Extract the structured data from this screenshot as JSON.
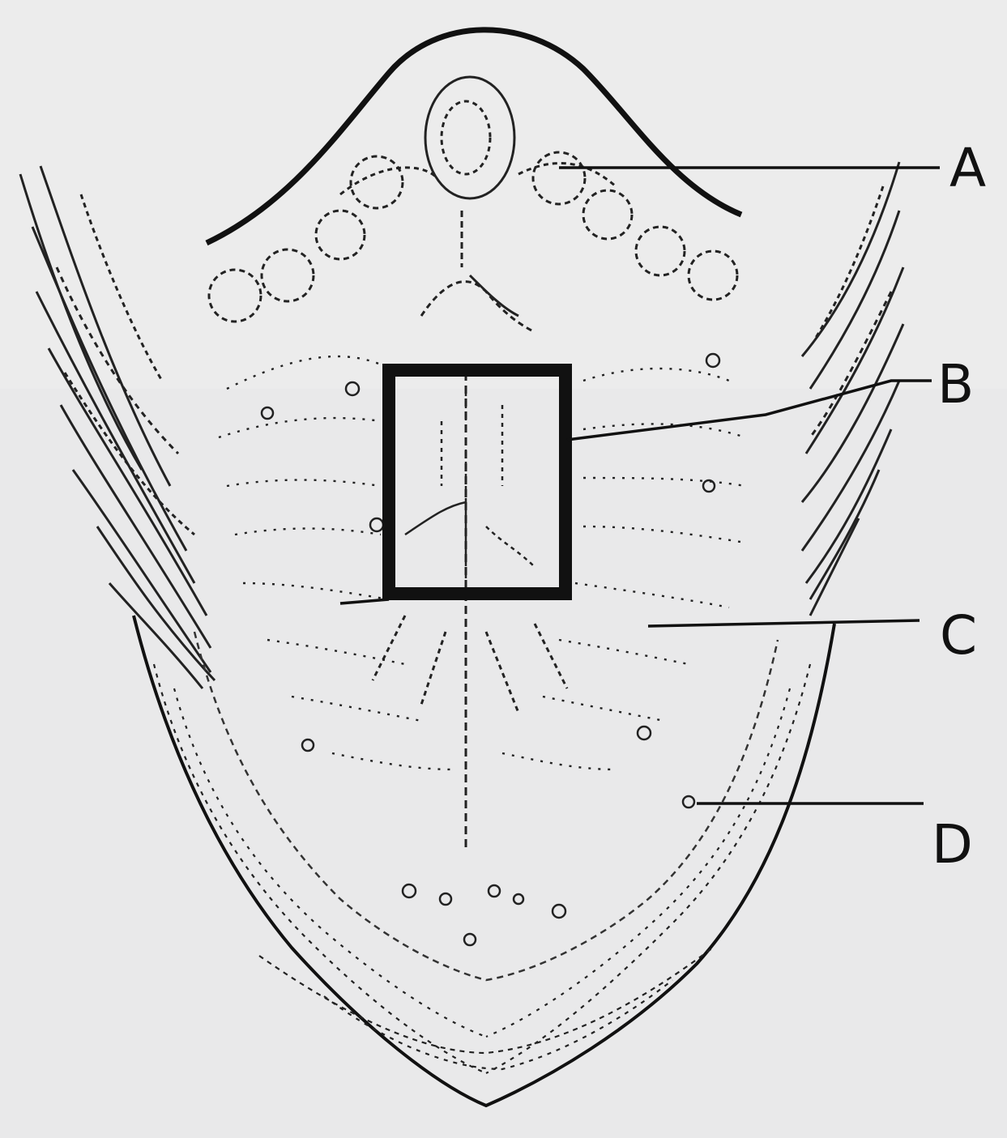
{
  "diagram": {
    "labels": [
      {
        "id": "A",
        "text": "A"
      },
      {
        "id": "B",
        "text": "B"
      },
      {
        "id": "C",
        "text": "C"
      },
      {
        "id": "D",
        "text": "D"
      }
    ],
    "colors": {
      "background": "#e9e9ea",
      "ink": "#111111"
    }
  }
}
